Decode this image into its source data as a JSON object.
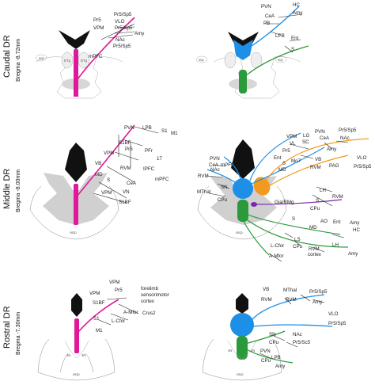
{
  "colors": {
    "magenta": "#e0189a",
    "blue": "#1e8fe6",
    "green": "#2a9a3a",
    "orange": "#f39a1e",
    "purple": "#7a2aa6",
    "black": "#111111",
    "gray": "#c8c8c8"
  },
  "rows": [
    {
      "title": "Caudal DR",
      "bregma": "Bregma -8.72mm"
    },
    {
      "title": "Middle DR",
      "bregma": "Bregma -8.00mm"
    },
    {
      "title": "Rostral DR",
      "bregma": "Bregma -7.30mm"
    }
  ],
  "slice_labels": {
    "scp": "scp",
    "dtg": "DTg",
    "xscp": "xscp",
    "four_n": "4N"
  },
  "caudal_left": {
    "labels": [
      "Pr5",
      "VPM",
      "Pr5/Sp5",
      "VLO",
      "Pr5/Sp5",
      "Amy",
      "NAc",
      "Pr5/Sp5",
      "mPFC"
    ]
  },
  "caudal_right": {
    "labels": [
      "HC",
      "Amy",
      "PVN",
      "CeA",
      "PB",
      "LPB",
      "Ent",
      "S"
    ]
  },
  "middle_left": {
    "labels": [
      "LPB",
      "S1",
      "M1",
      "PVN",
      "S1BF",
      "Pr5",
      "PFr",
      "VPM",
      "VB",
      "17",
      "MD",
      "RVM",
      "S",
      "IPFC",
      "CeA",
      "mPFC",
      "VN",
      "VPM",
      "S1BF"
    ]
  },
  "middle_right": {
    "labels": [
      "PVN",
      "CeA",
      "NAc",
      "mPFC",
      "RVM",
      "MThal",
      "SN",
      "CPu",
      "Gia/RMg",
      "PVN",
      "Pr5/Sp5",
      "VPM",
      "LG",
      "SC",
      "CeA",
      "NAc",
      "VL",
      "Pr5",
      "Amy",
      "Ent",
      "Mo7",
      "VB",
      "VLO",
      "S",
      "MD",
      "RVM",
      "PAG",
      "Pr5/Sp5",
      "LH",
      "RVM",
      "S",
      "CPu",
      "S",
      "AO",
      "Ent",
      "MD",
      "HC",
      "Amy",
      "LS",
      "L-Cfor",
      "CPu",
      "RVM",
      "cortex",
      "A-Mfor",
      "LH",
      "Amy"
    ]
  },
  "rostral_left": {
    "labels": [
      "VPM",
      "VPM",
      "Pr5",
      "S1BF",
      "forelimb",
      "sensorimotor",
      "cortex",
      "A-Mfor",
      "Crus2",
      "S1",
      "L-Cfor",
      "M1"
    ]
  },
  "rostral_right": {
    "labels": [
      "VB",
      "MThal",
      "Pr5/Sp5",
      "RVM",
      "RVM",
      "Amy",
      "VLO",
      "SN",
      "NAc",
      "Pr5/Sp5",
      "CPu",
      "Pr5/Sc5",
      "PVN",
      "LPB",
      "CPu",
      "Amy"
    ]
  }
}
